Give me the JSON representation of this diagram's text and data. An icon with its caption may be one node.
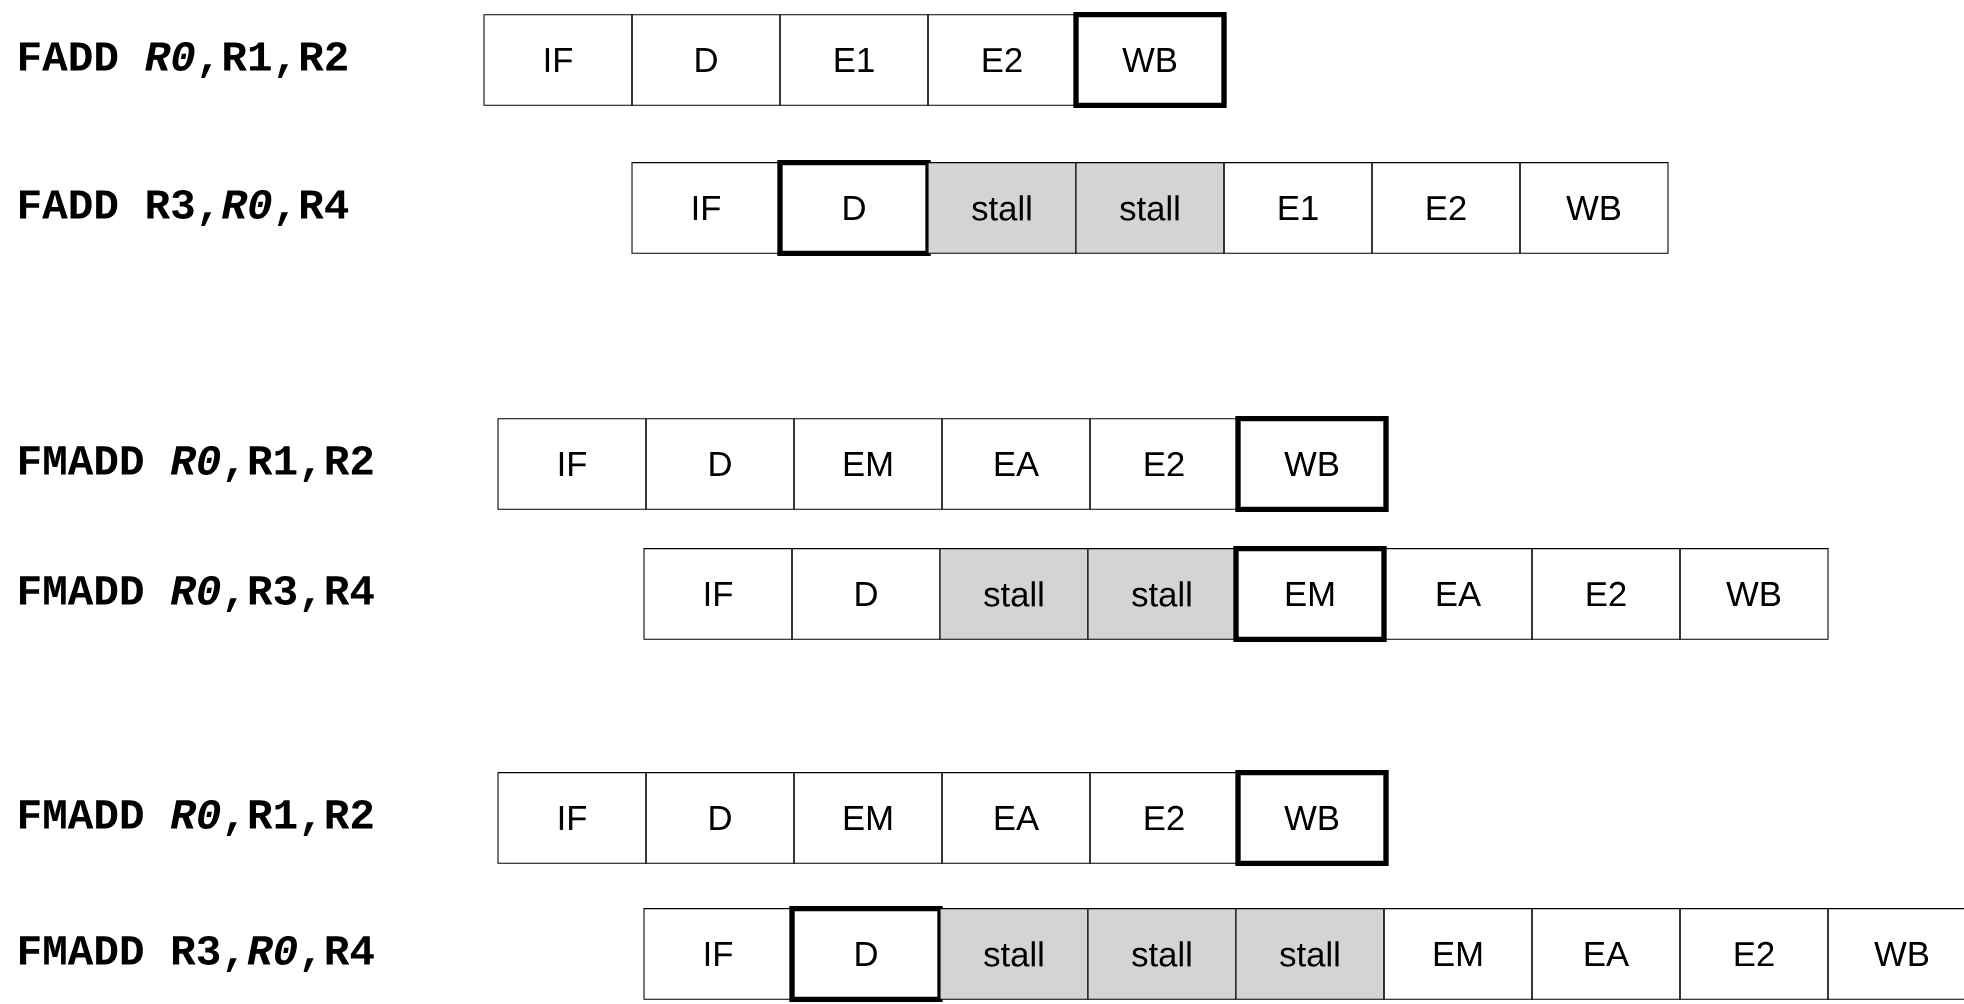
{
  "diagram": {
    "nodes": [
      {
        "text": [
          "IF"
        ]
      },
      {
        "text": [
          "D"
        ]
      },
      {
        "text": [
          "E1"
        ]
      },
      {
        "text": [
          "E2"
        ]
      },
      {
        "text": [
          "WB"
        ]
      },
      {
        "text": [
          "IF"
        ]
      },
      {
        "text": [
          "D"
        ]
      },
      {
        "text": [
          "stall"
        ]
      },
      {
        "text": [
          "stall"
        ]
      },
      {
        "text": [
          "E1"
        ]
      },
      {
        "text": [
          "E2"
        ]
      },
      {
        "text": [
          "WB"
        ]
      },
      {
        "text": [
          "IF"
        ]
      },
      {
        "text": [
          "D"
        ]
      },
      {
        "text": [
          "EM"
        ]
      },
      {
        "text": [
          "EA"
        ]
      },
      {
        "text": [
          "E2"
        ]
      },
      {
        "text": [
          "WB"
        ]
      },
      {
        "text": [
          "IF"
        ]
      },
      {
        "text": [
          "D"
        ]
      },
      {
        "text": [
          "stall"
        ]
      },
      {
        "text": [
          "stall"
        ]
      },
      {
        "text": [
          "EM"
        ]
      },
      {
        "text": [
          "EA"
        ]
      },
      {
        "text": [
          "E2"
        ]
      },
      {
        "text": [
          "WB"
        ]
      },
      {
        "text": [
          "IF"
        ]
      },
      {
        "text": [
          "D"
        ]
      },
      {
        "text": [
          "EM"
        ]
      },
      {
        "text": [
          "EA"
        ]
      },
      {
        "text": [
          "E2"
        ]
      },
      {
        "text": [
          "WB"
        ]
      },
      {
        "text": [
          "IF"
        ]
      },
      {
        "text": [
          "D"
        ]
      },
      {
        "text": [
          "stall"
        ]
      },
      {
        "text": [
          "stall"
        ]
      },
      {
        "text": [
          "stall"
        ]
      },
      {
        "text": [
          "EM"
        ]
      },
      {
        "text": [
          "EA"
        ]
      },
      {
        "text": [
          "E2"
        ]
      },
      {
        "text": [
          "WB"
        ]
      }
    ],
    "labels": [
      "FADD *R0*,R1,R2",
      "FADD R3,*R0*,R4",
      "FMADD *R0*,R1,R2",
      "FMADD *R0*,R3,R4",
      "FMADD *R0*,R1,R2",
      "FMADD R3,*R0*,R4"
    ]
  }
}
